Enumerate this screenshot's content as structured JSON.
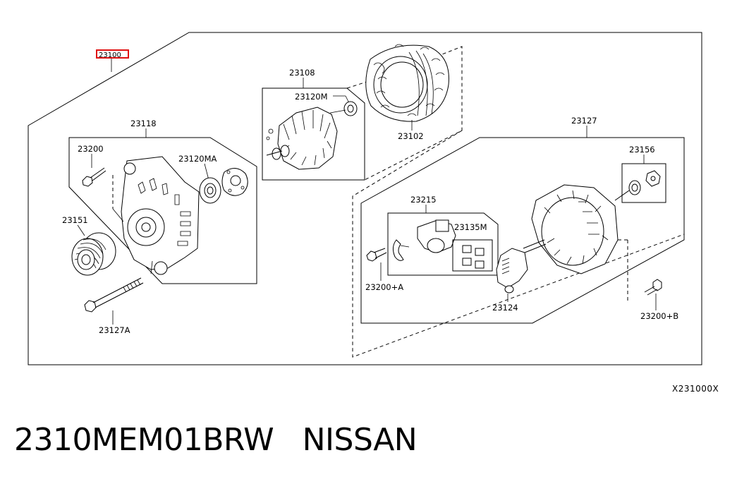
{
  "assembly": {
    "number": "23100",
    "highlight_color": "#e01010"
  },
  "labels": {
    "armature": "23118",
    "screw_main": "23200",
    "bearing_rear": "23120MA",
    "pulley": "23151",
    "through_bolt": "23127A",
    "rotor": "23108",
    "bearing_front": "23120M",
    "stator": "23102",
    "rear_cover": "23127",
    "nut_assy": "23156",
    "regulator": "23215",
    "brush": "23135M",
    "screw_a": "23200+A",
    "rectifier": "23124",
    "screw_b": "23200+B"
  },
  "catalog_code": "X231000X",
  "caption": {
    "part_number": "2310MEM01BRW",
    "brand": "NISSAN",
    "separator": "   "
  }
}
